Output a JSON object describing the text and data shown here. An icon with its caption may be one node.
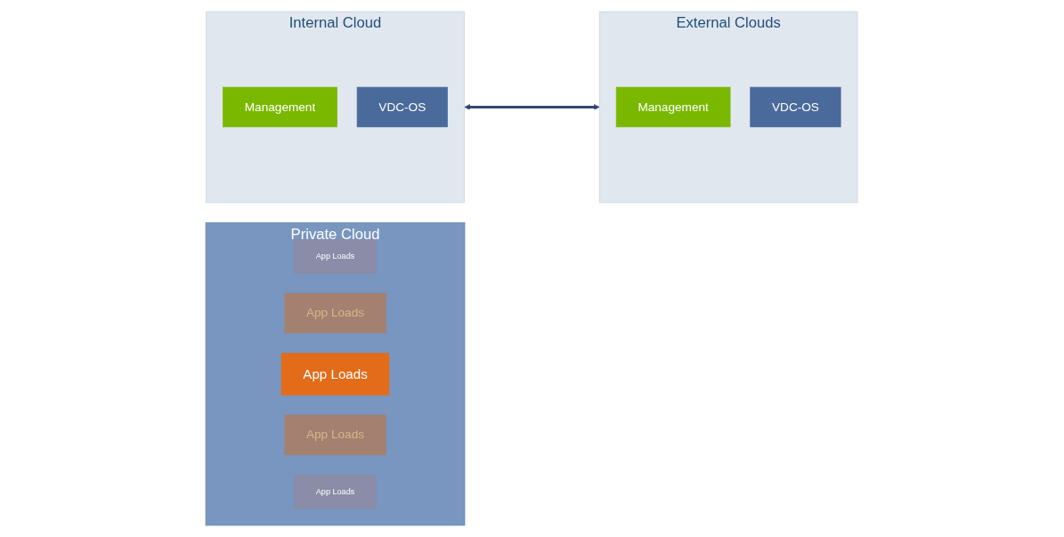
{
  "diagram": {
    "nodes": [
      {
        "text": [
          "Private Cloud"
        ]
      },
      {
        "text": [
          "App Loads"
        ],
        "in": 0
      },
      {
        "text": [
          "App Loads"
        ],
        "in": 0
      },
      {
        "text": [
          "App Loads"
        ],
        "in": 0
      },
      {
        "text": [
          "App Loads"
        ],
        "in": 0
      },
      {
        "text": [
          "App Loads"
        ],
        "in": 0
      },
      {
        "text": [
          "Internal Cloud"
        ]
      },
      {
        "text": [
          "Management"
        ],
        "in": 6
      },
      {
        "text": [
          "VDC-OS"
        ],
        "in": 6
      },
      {
        "text": [
          "External Clouds"
        ]
      },
      {
        "text": [
          "Management"
        ],
        "in": 9
      },
      {
        "text": [
          "VDC-OS"
        ],
        "in": 9
      }
    ],
    "edges": [
      {
        "from": 6,
        "to": 9,
        "arrow": "both",
        "color": "#2e4a6b"
      }
    ]
  }
}
